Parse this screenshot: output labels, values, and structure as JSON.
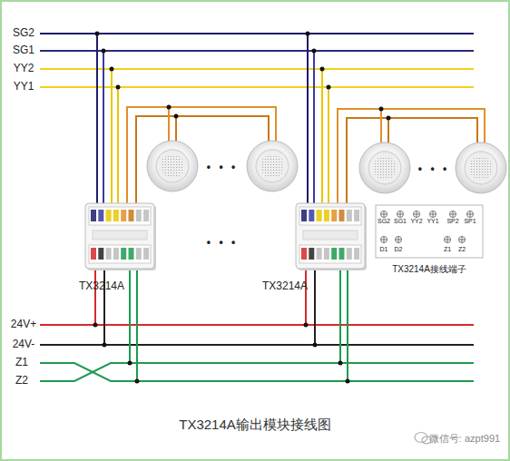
{
  "diagram": {
    "caption": "TX3214A输出模块接线图",
    "nodes": [
      {
        "text": [
          "TX3214A"
        ]
      },
      {
        "text": [
          "TX3214A"
        ]
      },
      {
        "text": [
          "SG2",
          "SG1",
          "YY2",
          "YY1",
          "SP2",
          "SP1",
          "D1",
          "D2",
          "Z1",
          "Z2",
          "TX3214A接线端子"
        ]
      }
    ],
    "labels": [
      "SG2",
      "SG1",
      "YY2",
      "YY1",
      "24V+",
      "24V-",
      "Z1",
      "Z2",
      "• • •",
      "• • •",
      "• • •",
      "微信号: azpt991"
    ]
  }
}
